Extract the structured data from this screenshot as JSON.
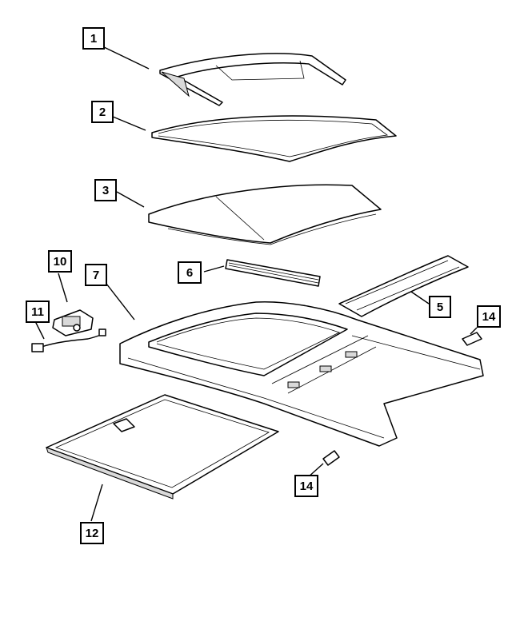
{
  "callouts": {
    "c1": "1",
    "c2": "2",
    "c3": "3",
    "c5": "5",
    "c6": "6",
    "c7": "7",
    "c10": "10",
    "c11": "11",
    "c12": "12",
    "c14a": "14",
    "c14b": "14"
  }
}
